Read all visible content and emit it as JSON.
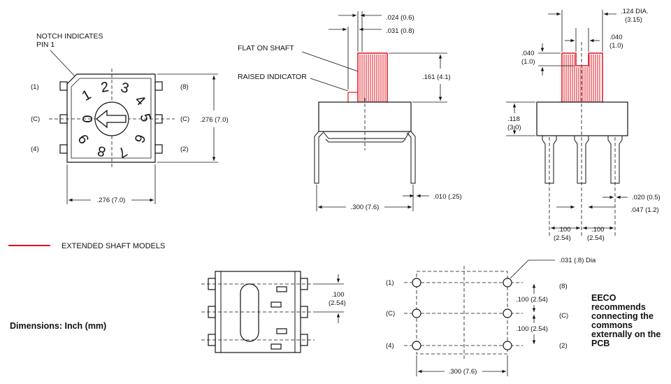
{
  "legend": {
    "extended_shaft": "EXTENDED SHAFT MODELS",
    "line_color": "#e0101c"
  },
  "notes": {
    "notch_line1": "NOTCH INDICATES",
    "notch_line2": "PIN 1",
    "flat_on_shaft": "FLAT ON SHAFT",
    "raised_indicator": "RAISED INDICATOR",
    "dimensions_units": "Dimensions:  Inch (mm)",
    "eeco_lines": [
      "EECO",
      "recommends",
      "connecting the",
      "commons",
      "externally on the",
      "PCB"
    ]
  },
  "top_view": {
    "dial_digits": [
      "0",
      "1",
      "2",
      "3",
      "4",
      "5",
      "6",
      "7",
      "8",
      "9"
    ],
    "pin_left": [
      "(1)",
      "(C)",
      "(4)"
    ],
    "pin_right": [
      "(8)",
      "(C)",
      "(2)"
    ],
    "dim_height": ".276 (7.0)",
    "dim_width": ".276 (7.0)"
  },
  "side_view": {
    "dim_024": ".024 (0.6)",
    "dim_031": ".031 (0.8)",
    "dim_161": ".161 (4.1)",
    "dim_010": ".010 (.25)",
    "dim_300": ".300 (7.6)"
  },
  "end_view": {
    "dim_124_a": ".124  DIA.",
    "dim_124_b": "(3.15)",
    "dim_040r_a": ".040",
    "dim_040r_b": "(1.0)",
    "dim_040l_a": ".040",
    "dim_040l_b": "(1.0)",
    "dim_118_a": ".118",
    "dim_118_b": "(3.0)",
    "dim_020": ".020 (0.5)",
    "dim_047": ".047 (1.2)",
    "dim_100l_a": ".100",
    "dim_100l_b": "(2.54)",
    "dim_100r_a": ".100",
    "dim_100r_b": "(2.54)"
  },
  "bottom_view": {
    "dim_100_a": ".100",
    "dim_100_b": "(2.54)"
  },
  "pcb_layout": {
    "hole_dia": ".031 (.8) Dia",
    "pin_left": [
      "(1)",
      "(C)",
      "(4)"
    ],
    "pin_right": [
      "(8)",
      "(C)",
      "(2)"
    ],
    "dim_100_top": ".100 (2.54)",
    "dim_100_bottom": ".100 (2.54)",
    "dim_300": ".300 (7.6)"
  }
}
